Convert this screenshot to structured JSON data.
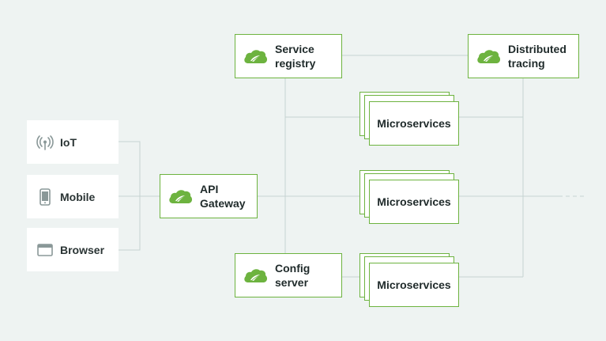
{
  "clients": [
    {
      "label": "IoT",
      "icon": "antenna-icon"
    },
    {
      "label": "Mobile",
      "icon": "mobile-phone-icon"
    },
    {
      "label": "Browser",
      "icon": "browser-window-icon"
    }
  ],
  "gateway": {
    "label": "API\nGateway",
    "icon": "spring-leaf-icon"
  },
  "service_registry": {
    "label": "Service\nregistry",
    "icon": "spring-leaf-icon"
  },
  "config_server": {
    "label": "Config\nserver",
    "icon": "spring-leaf-icon"
  },
  "distributed_tracing": {
    "label": "Distributed\ntracing",
    "icon": "spring-leaf-icon"
  },
  "microservices": [
    {
      "label": "Microservices"
    },
    {
      "label": "Microservices"
    },
    {
      "label": "Microservices"
    }
  ],
  "colors": {
    "background": "#eef3f2",
    "accent_green": "#6db33f",
    "connector": "#c5d3d1",
    "icon_gray": "#8a9898"
  }
}
